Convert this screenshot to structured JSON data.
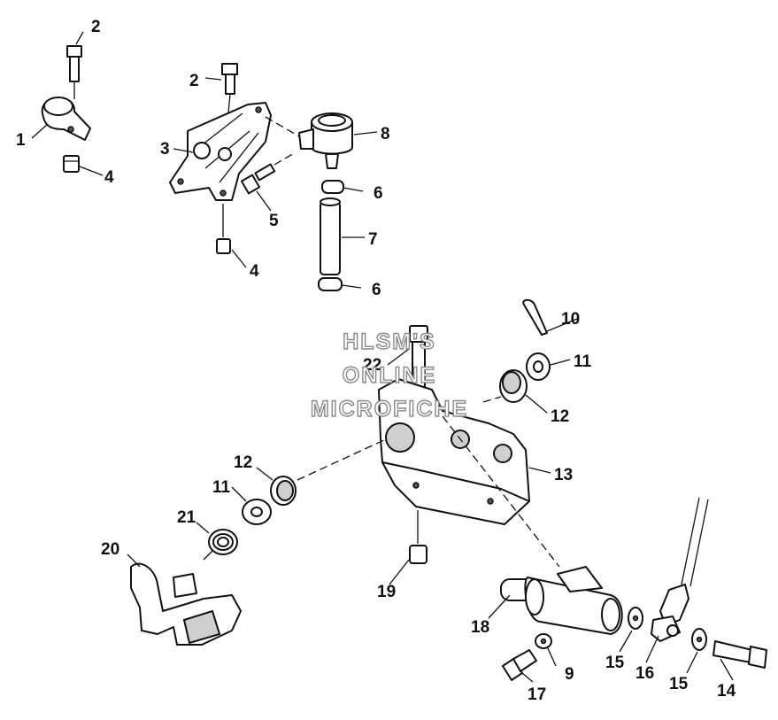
{
  "watermark": {
    "line1": "HLSM'S",
    "line2": "ONLINE",
    "line3": "MICROFICHE"
  },
  "callouts": [
    "1",
    "2",
    "2",
    "3",
    "4",
    "4",
    "5",
    "6",
    "6",
    "7",
    "8",
    "9",
    "10",
    "11",
    "11",
    "12",
    "12",
    "13",
    "14",
    "15",
    "15",
    "16",
    "17",
    "18",
    "19",
    "20",
    "21",
    "22"
  ],
  "icons": {
    "bolt": "bolt-icon",
    "nut": "nut-icon",
    "washer": "washer-icon",
    "spring": "spring-icon"
  }
}
